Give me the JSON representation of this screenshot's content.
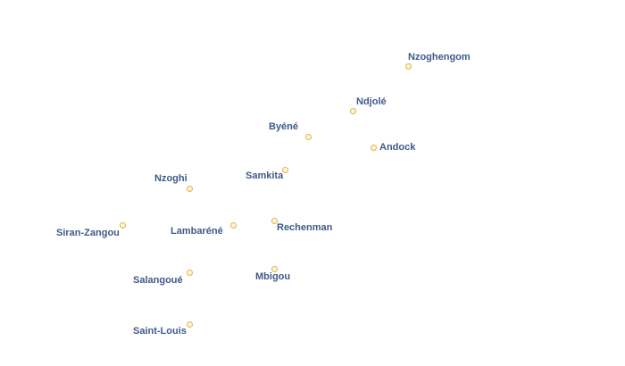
{
  "map": {
    "marker_color": "#e4b247",
    "label_color": "#3e5a8a",
    "places": [
      {
        "name": "Nzoghengom"
      },
      {
        "name": "Ndjolé"
      },
      {
        "name": "Byéné"
      },
      {
        "name": "Andock"
      },
      {
        "name": "Samkita"
      },
      {
        "name": "Nzoghi"
      },
      {
        "name": "Rechenman"
      },
      {
        "name": "Siran-Zangou"
      },
      {
        "name": "Lambaréné"
      },
      {
        "name": "Mbigou"
      },
      {
        "name": "Salangoué"
      },
      {
        "name": "Saint-Louis"
      }
    ]
  }
}
